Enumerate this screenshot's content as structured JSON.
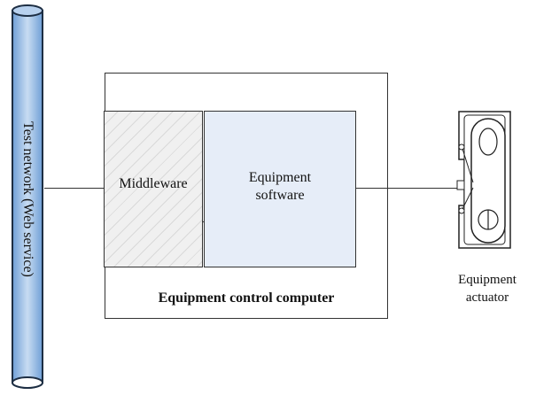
{
  "network": {
    "label": "Test network (Web service)"
  },
  "computer": {
    "label": "Equipment control computer",
    "middleware_label": "Middleware",
    "software_label_line1": "Equipment",
    "software_label_line2": "software"
  },
  "actuator": {
    "label_line1": "Equipment",
    "label_line2": "actuator"
  },
  "colors": {
    "pipe": "#a9c7ea",
    "pipe_edge": "#1d2e43",
    "software_fill": "#e6edf8",
    "middleware_fill": "#f0f0f0"
  }
}
